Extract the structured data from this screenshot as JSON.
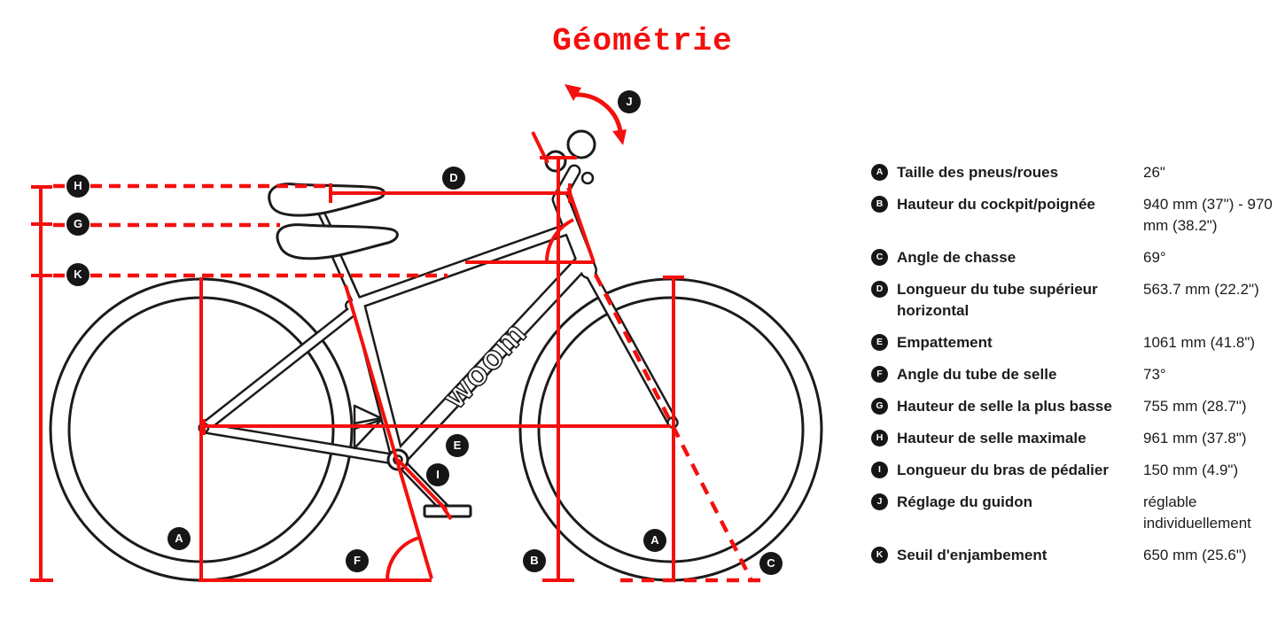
{
  "title": "Géométrie",
  "colors": {
    "accent_red": "#f3100d",
    "ink": "#1c1c1c"
  },
  "diagram": {
    "brand_logo": "woom",
    "markers": [
      "H",
      "G",
      "K",
      "D",
      "J",
      "A",
      "E",
      "I",
      "F",
      "B",
      "A",
      "C"
    ]
  },
  "table": {
    "rows": [
      {
        "letter": "A",
        "label": "Taille des pneus/roues",
        "value": "26\""
      },
      {
        "letter": "B",
        "label": "Hauteur du cockpit/poignée",
        "value": "940 mm (37\") - 970 mm (38.2\")"
      },
      {
        "letter": "C",
        "label": "Angle de chasse",
        "value": "69°"
      },
      {
        "letter": "D",
        "label": "Longueur du tube supérieur horizontal",
        "value": "563.7 mm (22.2\")"
      },
      {
        "letter": "E",
        "label": "Empattement",
        "value": "1061 mm (41.8\")"
      },
      {
        "letter": "F",
        "label": "Angle du tube de selle",
        "value": "73°"
      },
      {
        "letter": "G",
        "label": "Hauteur de selle la plus basse",
        "value": "755 mm (28.7\")"
      },
      {
        "letter": "H",
        "label": "Hauteur de selle maximale",
        "value": "961 mm (37.8\")"
      },
      {
        "letter": "I",
        "label": "Longueur du bras de pédalier",
        "value": "150 mm (4.9\")"
      },
      {
        "letter": "J",
        "label": "Réglage du guidon",
        "value": "réglable individuellement"
      },
      {
        "letter": "K",
        "label": "Seuil d'enjambement",
        "value": "650 mm (25.6\")"
      }
    ]
  }
}
